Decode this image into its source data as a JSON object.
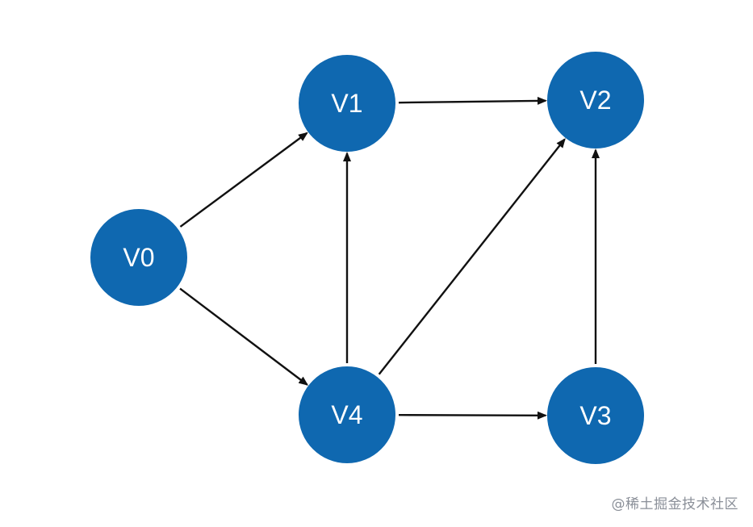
{
  "colors": {
    "node_fill": "#0f68b0",
    "edge": "#111111",
    "label": "#ffffff"
  },
  "nodes": [
    {
      "id": "v0",
      "label": "V0"
    },
    {
      "id": "v1",
      "label": "V1"
    },
    {
      "id": "v2",
      "label": "V2"
    },
    {
      "id": "v3",
      "label": "V3"
    },
    {
      "id": "v4",
      "label": "V4"
    }
  ],
  "edges": [
    {
      "from": "v0",
      "to": "v1"
    },
    {
      "from": "v0",
      "to": "v4"
    },
    {
      "from": "v1",
      "to": "v2"
    },
    {
      "from": "v4",
      "to": "v1"
    },
    {
      "from": "v4",
      "to": "v2"
    },
    {
      "from": "v4",
      "to": "v3"
    },
    {
      "from": "v3",
      "to": "v2"
    }
  ],
  "watermark": "@稀土掘金技术社区"
}
